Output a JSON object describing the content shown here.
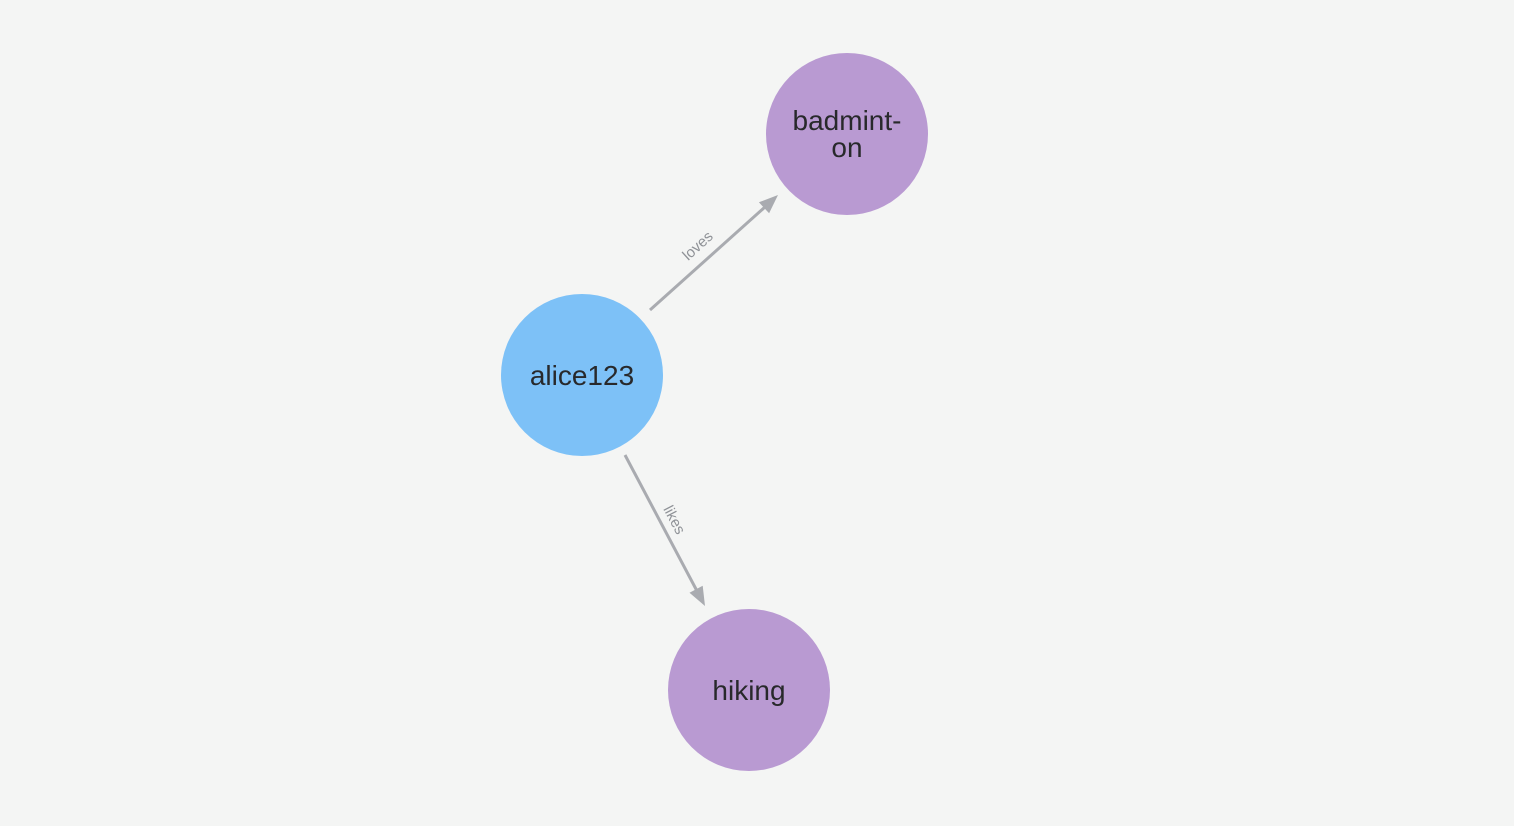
{
  "colors": {
    "background": "#f4f5f4",
    "node_blue": "#7dc1f7",
    "node_purple": "#b99ad2",
    "node_text": "#28292b",
    "edge": "#a9abb0",
    "edge_label": "#8f9297"
  },
  "graph": {
    "nodes": [
      {
        "label": "alice123",
        "lines": [
          "alice123"
        ],
        "color": "#7dc1f7"
      },
      {
        "label": "badminton",
        "lines": [
          "badmint-",
          "on"
        ],
        "color": "#b99ad2"
      },
      {
        "label": "hiking",
        "lines": [
          "hiking"
        ],
        "color": "#b99ad2"
      }
    ],
    "edges": [
      {
        "from": "alice123",
        "to": "badminton",
        "label": "loves"
      },
      {
        "from": "alice123",
        "to": "hiking",
        "label": "likes"
      }
    ]
  }
}
